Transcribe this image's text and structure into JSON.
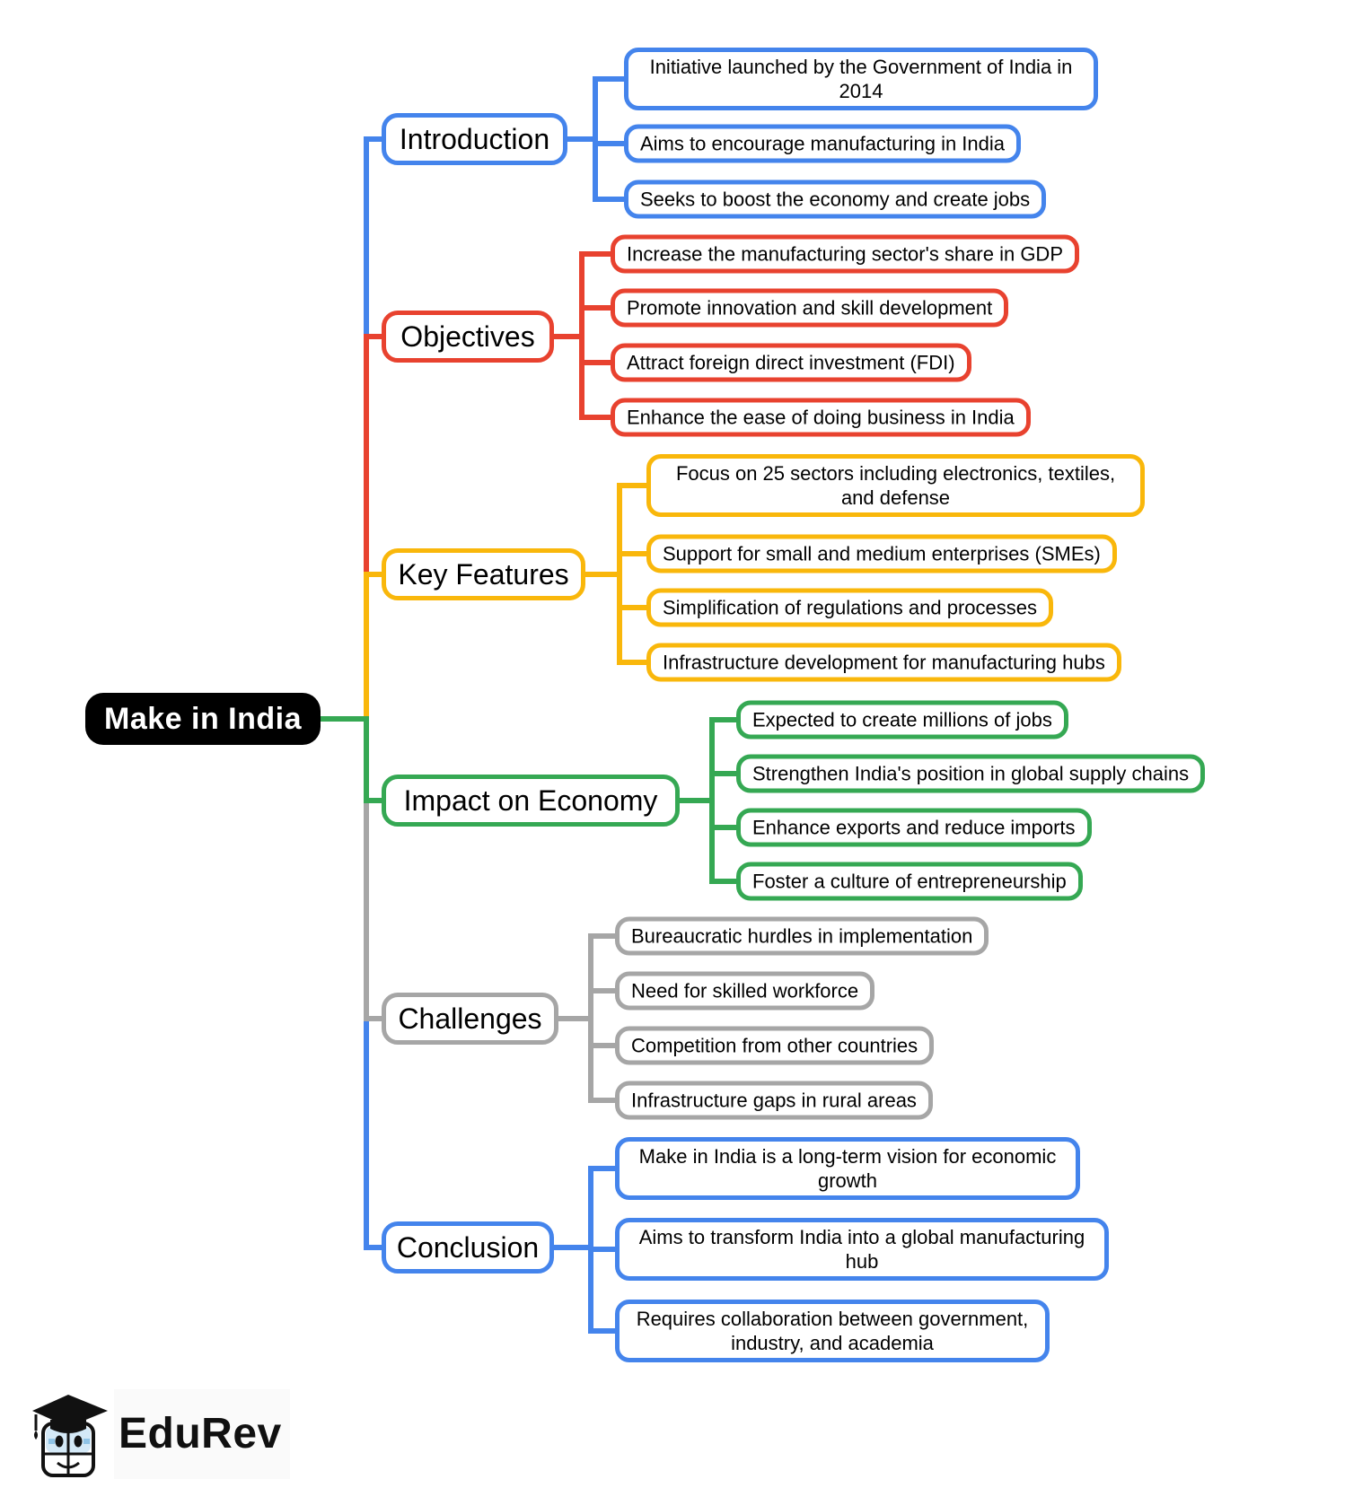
{
  "palette": {
    "blue": "#4484EC",
    "red": "#E8422F",
    "yellow": "#F9B70B",
    "green": "#35A853",
    "gray": "#A6A6A6",
    "root_bg": "#000000",
    "root_text": "#FFFFFF",
    "text": "#000000"
  },
  "root": {
    "label": "Make in India"
  },
  "branches": [
    {
      "label": "Introduction",
      "color": "blue",
      "children": [
        "Initiative launched by the Government of India in 2014",
        "Aims to encourage manufacturing in India",
        "Seeks to boost the economy and create jobs"
      ]
    },
    {
      "label": "Objectives",
      "color": "red",
      "children": [
        "Increase the manufacturing sector's share in GDP",
        "Promote innovation and skill development",
        "Attract foreign direct investment (FDI)",
        "Enhance the ease of doing business in India"
      ]
    },
    {
      "label": "Key Features",
      "color": "yellow",
      "children": [
        "Focus on 25 sectors including electronics, textiles, and defense",
        "Support for small and medium enterprises (SMEs)",
        "Simplification of regulations and processes",
        "Infrastructure development for manufacturing hubs"
      ]
    },
    {
      "label": "Impact on Economy",
      "color": "green",
      "children": [
        "Expected to create millions of jobs",
        "Strengthen India's position in global supply chains",
        "Enhance exports and reduce imports",
        "Foster a culture of entrepreneurship"
      ]
    },
    {
      "label": "Challenges",
      "color": "gray",
      "children": [
        "Bureaucratic hurdles in implementation",
        "Need for skilled workforce",
        "Competition from other countries",
        "Infrastructure gaps in rural areas"
      ]
    },
    {
      "label": "Conclusion",
      "color": "blue",
      "children": [
        "Make in India is a long-term vision for economic growth",
        "Aims to transform India into a global manufacturing hub",
        "Requires collaboration between government, industry, and academia"
      ]
    }
  ],
  "logo": {
    "brand": "EduRev"
  }
}
